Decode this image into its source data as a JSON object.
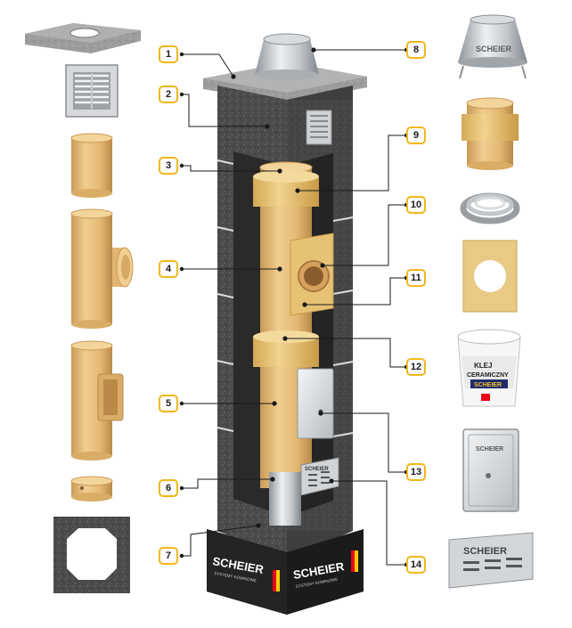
{
  "brand": {
    "name": "SCHEIER",
    "tagline": "SYSTEMY KOMINOWE"
  },
  "callouts": [
    {
      "n": "1"
    },
    {
      "n": "2"
    },
    {
      "n": "3"
    },
    {
      "n": "4"
    },
    {
      "n": "5"
    },
    {
      "n": "6"
    },
    {
      "n": "7"
    },
    {
      "n": "8"
    },
    {
      "n": "9"
    },
    {
      "n": "10"
    },
    {
      "n": "11"
    },
    {
      "n": "12"
    },
    {
      "n": "13"
    },
    {
      "n": "14"
    }
  ],
  "bucket": {
    "line1": "KLEJ",
    "line2": "CERAMICZNY"
  },
  "colors": {
    "ceramic": "#e8bf7f",
    "ceramic_dark": "#c99a55",
    "insulation": "#e7c172",
    "block": "#4a4a4a",
    "steel": "#c9cdd1",
    "badge_border": "#f0b81a",
    "cap": "#9a9a9a"
  },
  "icons": [
    "ventilation-grille-icon",
    "chimney-cap-icon",
    "cleanout-door-icon",
    "steel-rope-icon"
  ]
}
